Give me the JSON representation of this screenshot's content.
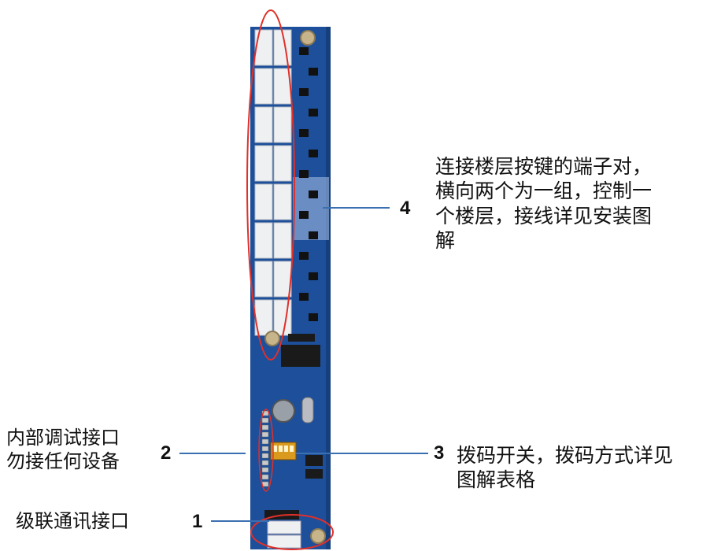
{
  "annotations": [
    {
      "id": "1",
      "label": "级联通讯接口"
    },
    {
      "id": "2",
      "label": "内部调试接口\n勿接任何设备"
    },
    {
      "id": "3",
      "label": "拨码开关，拨码方式详见\n图解表格"
    },
    {
      "id": "4",
      "label": "连接楼层按键的端子对，\n横向两个为一组，控制一\n个楼层，接线详见安装图\n解"
    }
  ],
  "colors": {
    "pcb": "#1d4f9a",
    "pcb_dark": "#163f7e",
    "connector": "#eef0f2",
    "circle": "#e0302a",
    "leader": "#3a6fb0",
    "chip": "#1a1a1a"
  }
}
